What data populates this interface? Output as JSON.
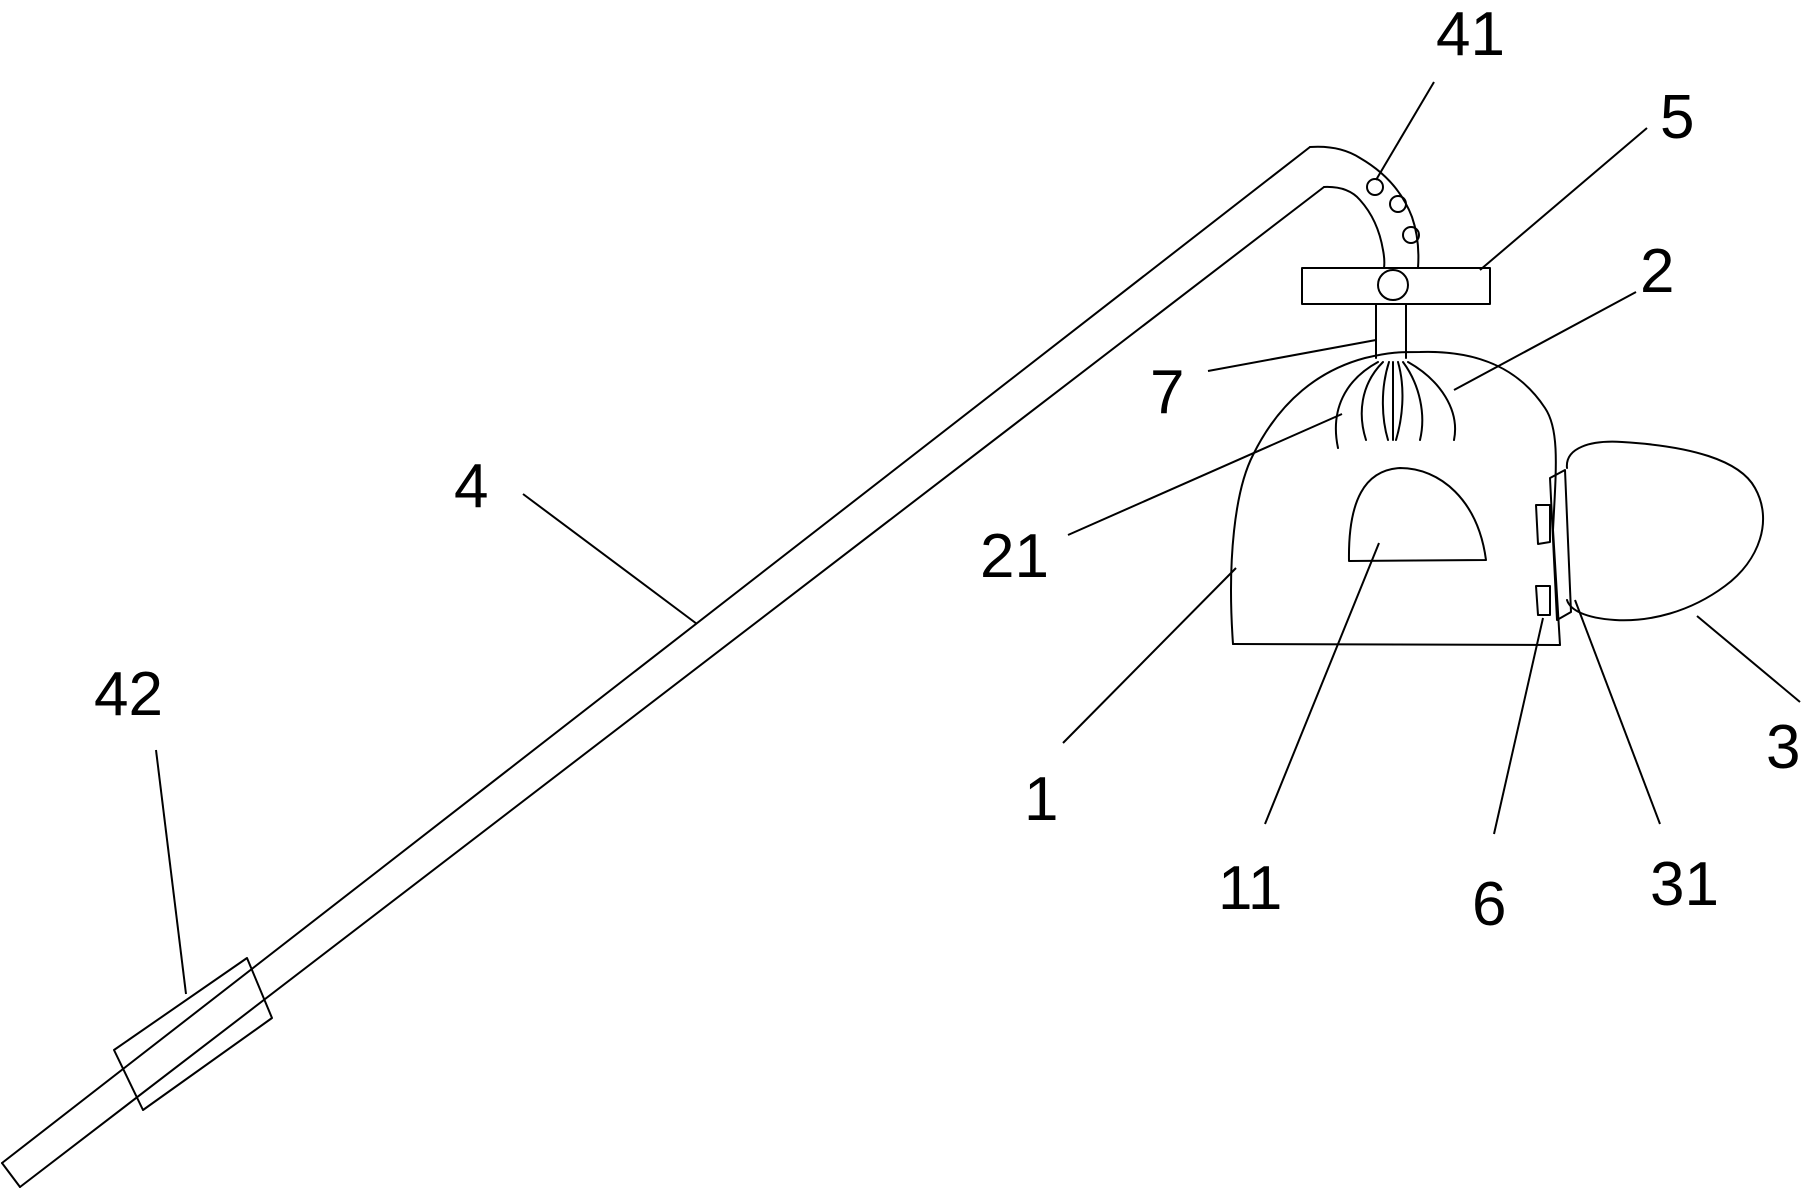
{
  "labels": {
    "l41": "41",
    "l5": "5",
    "l2": "2",
    "l7": "7",
    "l4": "4",
    "l21": "21",
    "l42": "42",
    "l1": "1",
    "l11": "11",
    "l6": "6",
    "l31": "31",
    "l3": "3"
  },
  "colors": {
    "line": "#000000",
    "background": "#ffffff"
  }
}
